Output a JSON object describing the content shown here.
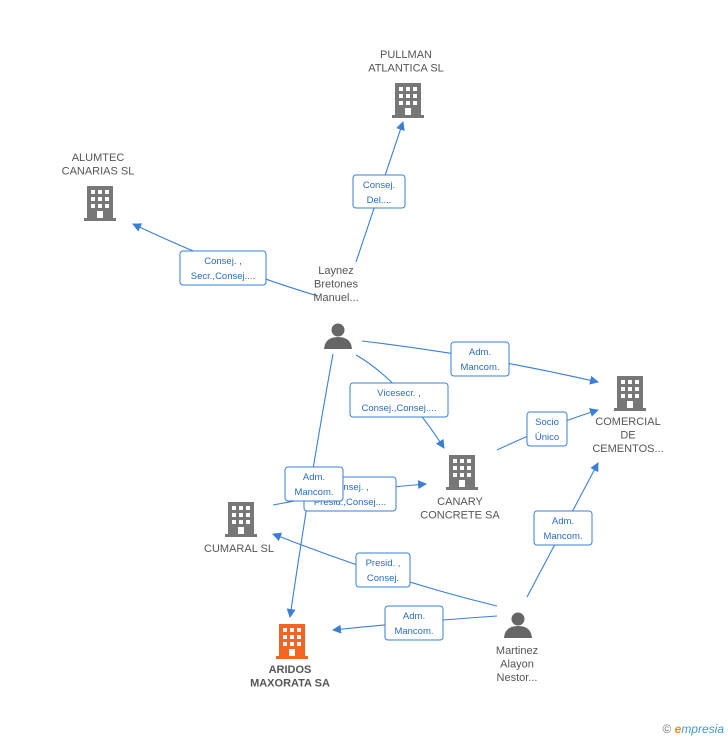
{
  "nodes": {
    "pullman": {
      "lines": [
        "PULLMAN",
        "ATLANTICA SL"
      ],
      "type": "company"
    },
    "alumtec": {
      "lines": [
        "ALUMTEC",
        "CANARIAS SL"
      ],
      "type": "company"
    },
    "laynez": {
      "lines": [
        "Laynez",
        "Bretones",
        "Manuel..."
      ],
      "type": "person"
    },
    "comercial": {
      "lines": [
        "COMERCIAL",
        "DE",
        "CEMENTOS..."
      ],
      "type": "company"
    },
    "canary": {
      "lines": [
        "CANARY",
        "CONCRETE SA"
      ],
      "type": "company"
    },
    "cumaral": {
      "lines": [
        "CUMARAL SL"
      ],
      "type": "company"
    },
    "aridos": {
      "lines": [
        "ARIDOS",
        "MAXORATA SA"
      ],
      "type": "company-main"
    },
    "martinez": {
      "lines": [
        "Martinez",
        "Alayon",
        "Nestor..."
      ],
      "type": "person"
    }
  },
  "edges": [
    {
      "id": "laynez-pullman",
      "lines": [
        "Consej.",
        "Del...."
      ]
    },
    {
      "id": "laynez-alumtec",
      "lines": [
        "Consej. ,",
        "Secr.,Consej...."
      ]
    },
    {
      "id": "laynez-comercial",
      "lines": [
        "Adm.",
        "Mancom."
      ]
    },
    {
      "id": "laynez-canary",
      "lines": [
        "Vicesecr. ,",
        "Consej.,Consej...."
      ]
    },
    {
      "id": "cumaral-canary",
      "lines": [
        "Consej. ,",
        "Presid.,Consej...."
      ]
    },
    {
      "id": "laynez-aridos",
      "lines": [
        "Adm.",
        "Mancom."
      ]
    },
    {
      "id": "canary-comercial",
      "lines": [
        "Socio",
        "Único"
      ]
    },
    {
      "id": "martinez-comercial",
      "lines": [
        "Adm.",
        "Mancom."
      ]
    },
    {
      "id": "martinez-cumaral",
      "lines": [
        "Presid. ,",
        "Consej."
      ]
    },
    {
      "id": "martinez-aridos",
      "lines": [
        "Adm.",
        "Mancom."
      ]
    }
  ],
  "colors": {
    "edge": "#3a7fd5",
    "company_icon": "#777777",
    "main_icon": "#f26522",
    "person_icon": "#666666"
  },
  "watermark": {
    "symbol": "©",
    "brand_initial": "e",
    "brand_rest": "mpresia"
  }
}
